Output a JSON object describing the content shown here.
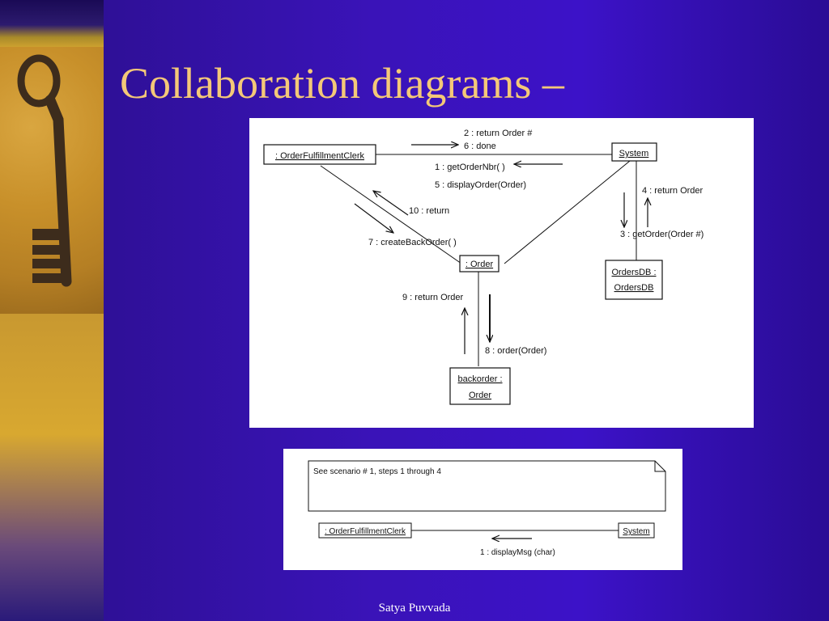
{
  "slide": {
    "title": "Collaboration diagrams –",
    "footer": "Satya Puvvada"
  },
  "diagram": {
    "objects": {
      "clerk": ": OrderFulfillmentClerk",
      "system": "System",
      "order": ": Order",
      "db_line1": "OrdersDB :",
      "db_line2": "OrdersDB",
      "backorder_line1": "backorder :",
      "backorder_line2": "Order"
    },
    "messages": {
      "m2": "2 : return Order #",
      "m6": "6 : done",
      "m1": "1 : getOrderNbr( )",
      "m5": "5 : displayOrder(Order)",
      "m4": "4 : return Order",
      "m3": "3 : getOrder(Order #)",
      "m10": "10 : return",
      "m7": "7 : createBackOrder( )",
      "m9": "9 : return Order",
      "m8": "8 : order(Order)"
    }
  },
  "diagram2": {
    "note": "See scenario  # 1, steps 1 through 4",
    "clerk": ": OrderFulfillmentClerk",
    "system": "System",
    "message": "1 : displayMsg (char)"
  }
}
